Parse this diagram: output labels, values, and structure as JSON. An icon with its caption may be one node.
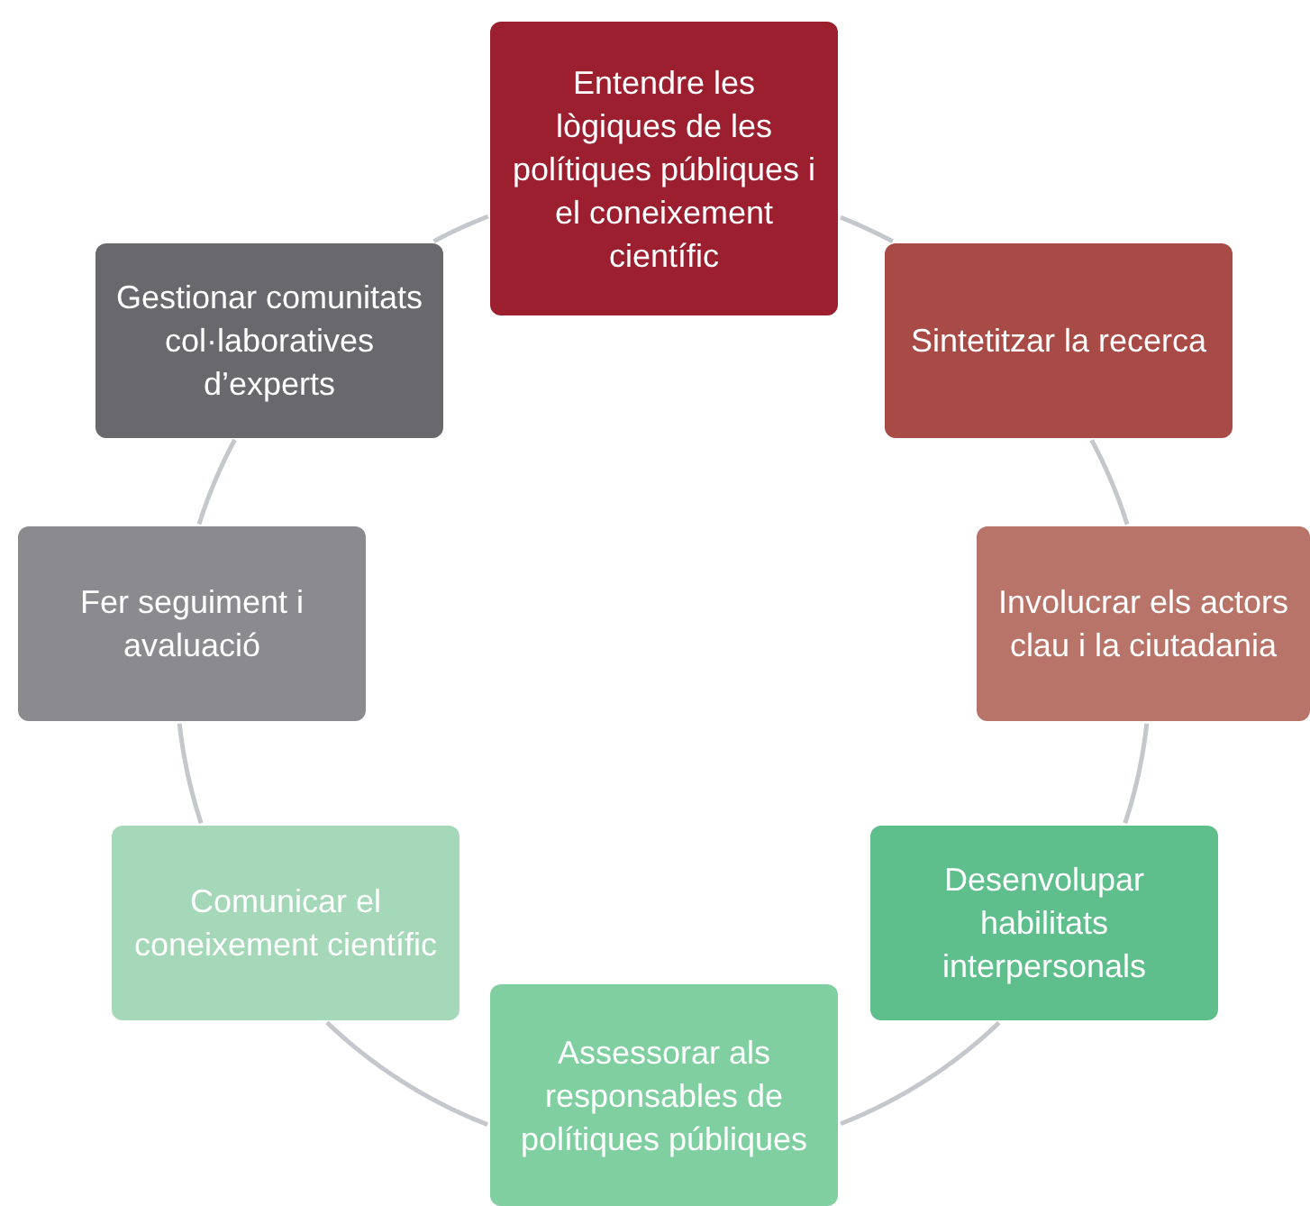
{
  "diagram": {
    "nodes": [
      {
        "text": [
          "Entendre les lògiques de les polítiques públiques i el coneixement científic"
        ]
      },
      {
        "text": [
          "Sintetitzar la recerca"
        ]
      },
      {
        "text": [
          "Involucrar els actors clau i la ciutadania"
        ]
      },
      {
        "text": [
          "Desenvolupar habilitats interpersonals"
        ]
      },
      {
        "text": [
          "Assessorar als responsables de polítiques públiques"
        ]
      },
      {
        "text": [
          "Comunicar el coneixement científic"
        ]
      },
      {
        "text": [
          "Fer seguiment i avaluació"
        ]
      },
      {
        "text": [
          "Gestionar comunitats col·laboratives d’experts"
        ]
      }
    ],
    "edges": [
      {
        "from": 0,
        "to": 1,
        "arrow": "none"
      },
      {
        "from": 1,
        "to": 2,
        "arrow": "none"
      },
      {
        "from": 2,
        "to": 3,
        "arrow": "none"
      },
      {
        "from": 3,
        "to": 4,
        "arrow": "none"
      },
      {
        "from": 4,
        "to": 5,
        "arrow": "none"
      },
      {
        "from": 5,
        "to": 6,
        "arrow": "none"
      },
      {
        "from": 6,
        "to": 7,
        "arrow": "none"
      },
      {
        "from": 7,
        "to": 0,
        "arrow": "none"
      }
    ]
  }
}
